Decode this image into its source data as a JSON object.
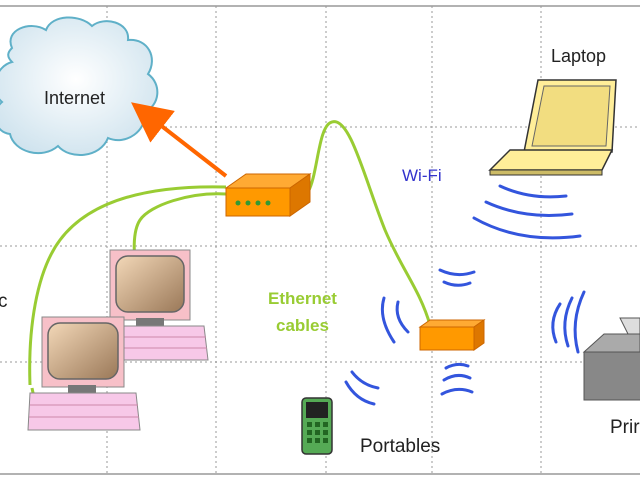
{
  "labels": {
    "internet": "Internet",
    "laptop": "Laptop",
    "wifi": "Wi-Fi",
    "ethernet_line1": "Ethernet",
    "ethernet_line2": "cables",
    "portables": "Portables",
    "printer_partial": "Prir",
    "left_partial": "c"
  },
  "colors": {
    "cloud_fill": "#dcebf3",
    "cloud_stroke": "#5fb0c8",
    "router": "#ff9900",
    "ethernet_cable": "#99cc33",
    "wifi_waves": "#3355dd",
    "internet_arrow": "#ff6600",
    "laptop": "#ffee99",
    "monitor_frame": "#f7c0c8",
    "keyboard": "#f7c8e8"
  },
  "icons": [
    "cloud-icon",
    "router-icon",
    "access-point-icon",
    "laptop-icon",
    "desktop-computer-icon",
    "phone-icon",
    "printer-icon"
  ]
}
